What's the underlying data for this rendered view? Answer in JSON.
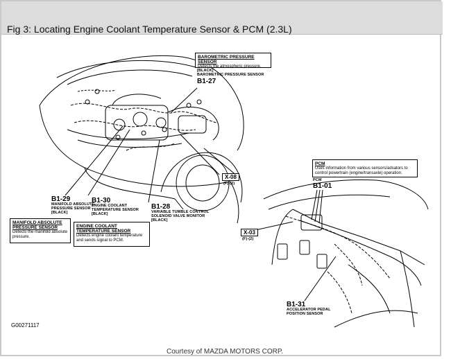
{
  "header": {
    "title": "Fig 3: Locating Engine Coolant Temperature Sensor & PCM (2.3L)"
  },
  "callouts": {
    "baro": {
      "title": "BAROMETRIC PRESSURE SENSOR",
      "desc": "Detects the atmospheric pressure.",
      "color": "[BLACK]",
      "part": "BAROMETRIC PRESSURE SENSOR",
      "code": "B1-27"
    },
    "pcm": {
      "title": "PCM",
      "desc1": "Uses information from various sensors/adsators to",
      "desc2": "control powertrain (engine/transaxle) operation.",
      "part": "PCM",
      "code": "B1-01"
    },
    "map": {
      "code": "B1-29",
      "part1": "MANIFOLD ABSOLUTE",
      "part2": "PRESSURE SENSOR",
      "color": "[BLACK]",
      "title1": "MANIFOLD ABSOLUTE",
      "title2": "PRESSURE SENSOR",
      "desc1": "Detects the manifold absolute",
      "desc2": "pressure."
    },
    "ect": {
      "code": "B1-30",
      "part1": "ENGINE COOLANT",
      "part2": "TEMPERATURE SENSOR",
      "color": "[BLACK]",
      "title1": "ENGINE COOLANT",
      "title2": "TEMPERATURE SENSOR",
      "desc1": "Detects engine coolant temperature",
      "desc2": "and sends signal to PCM."
    },
    "vts": {
      "code": "B1-28",
      "part1": "VARIABLE TUMBLE CONTROL",
      "part2": "SOLENOID VALVE MONITOR",
      "color": "[BLACK]"
    },
    "app": {
      "code": "B1-31",
      "part1": "ACCELERATOR PEDAL",
      "part2": "POSITION SENSOR"
    }
  },
  "connectors": {
    "x08": {
      "code": "X-08",
      "sub": "(F)-(2)"
    },
    "x03": {
      "code": "X-03",
      "sub": "(F)-(2)"
    }
  },
  "figure_id": "G00271117",
  "credit": "Courtesy of MAZDA MOTORS CORP."
}
